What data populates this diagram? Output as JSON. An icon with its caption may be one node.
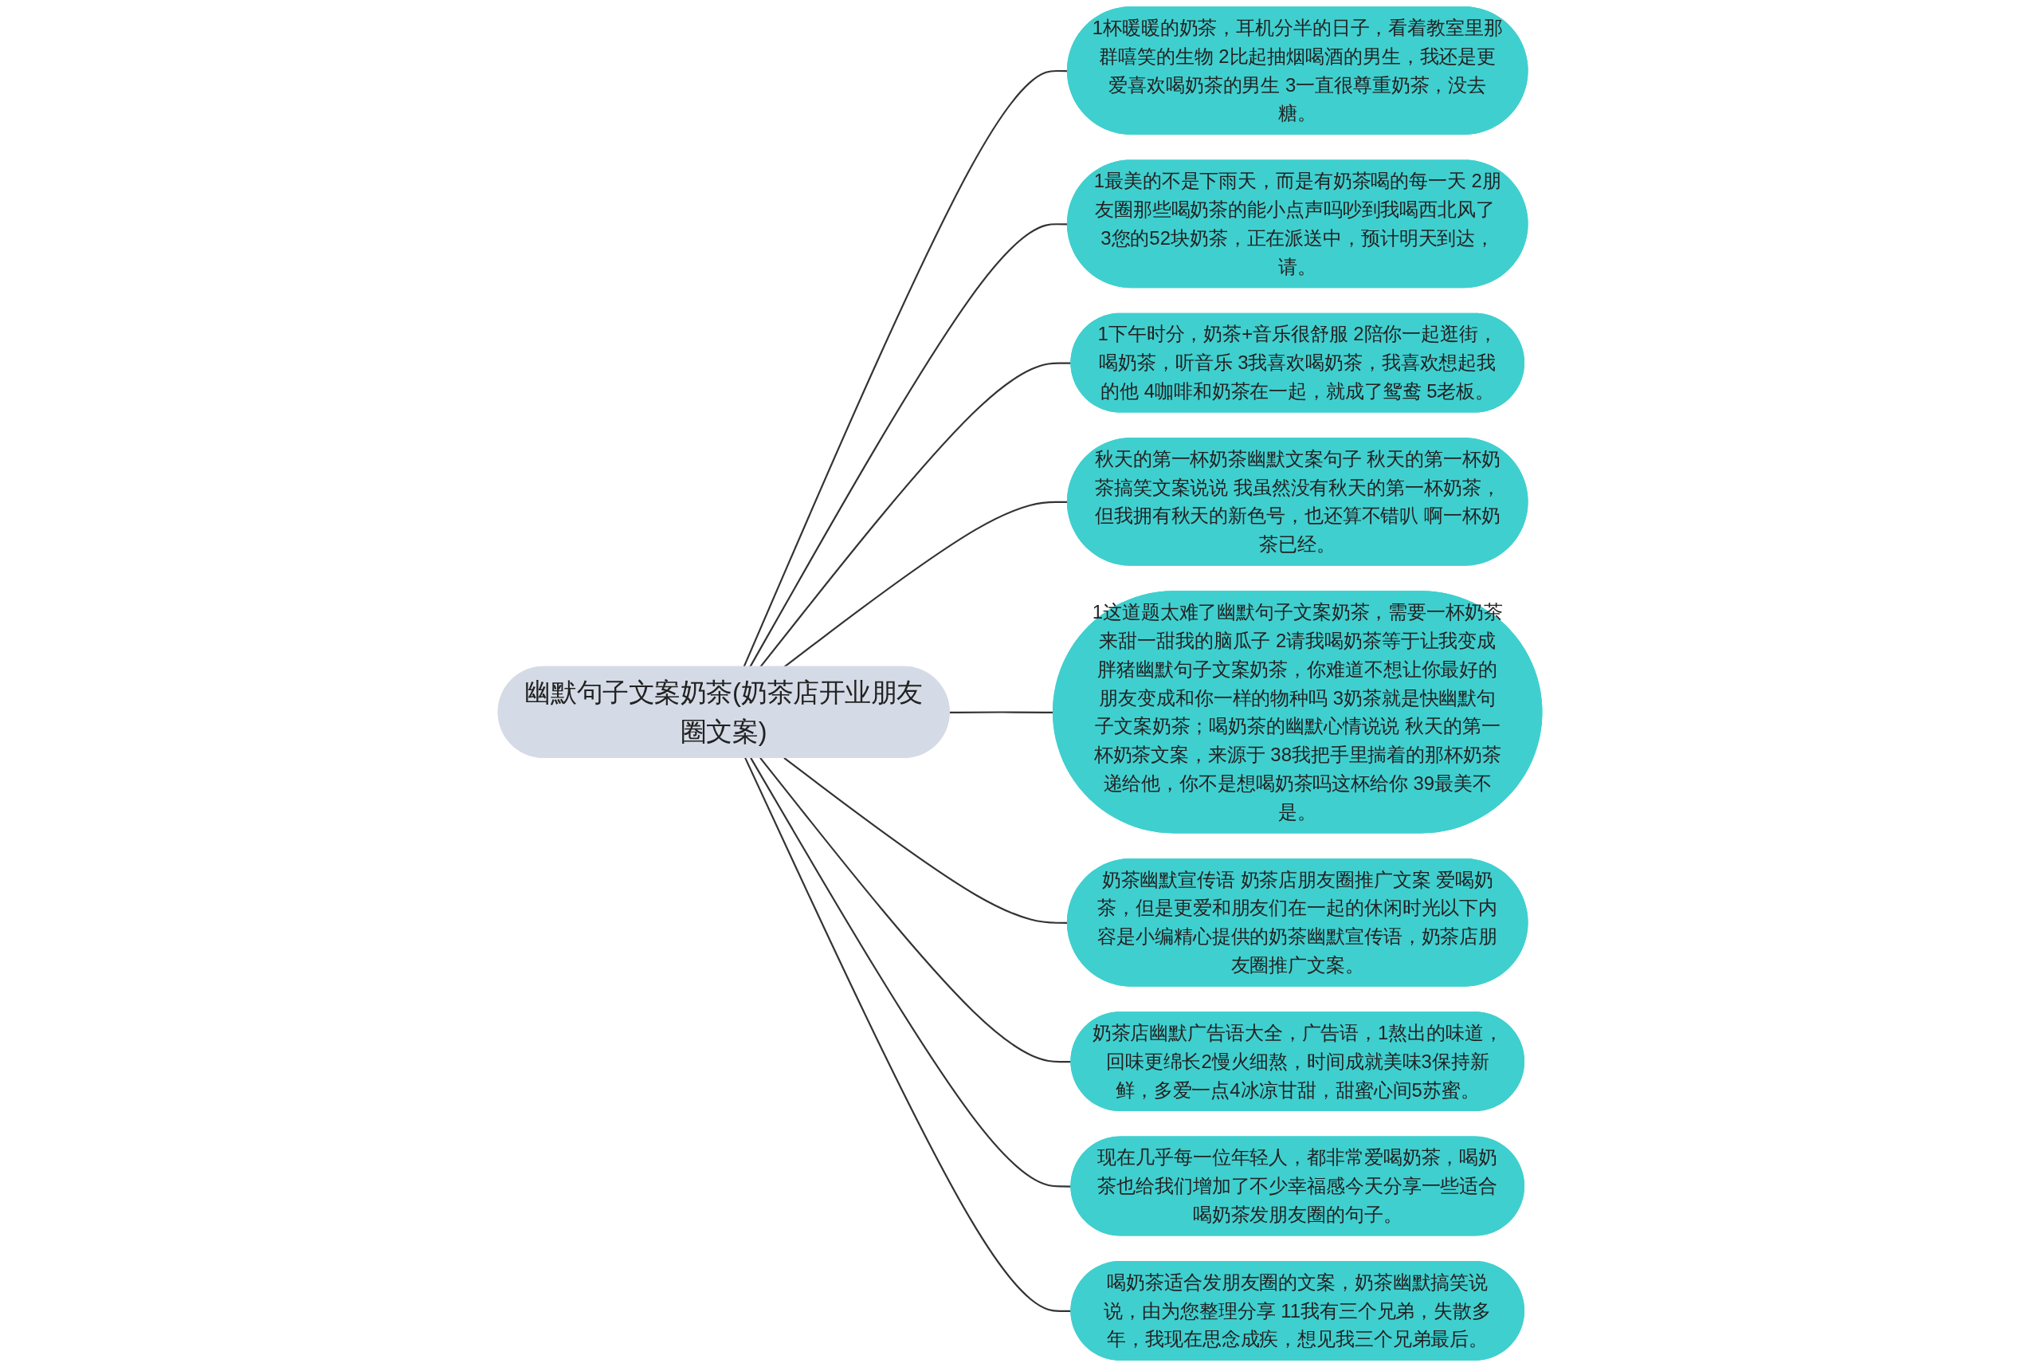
{
  "diagram": {
    "nodes": [
      {
        "text": [
          "幽默句子文案奶茶(奶茶店开业朋友圈文案)"
        ]
      },
      {
        "text": [
          "1杯暖暖的奶茶，耳机分半的日子，看着教室里那群嘻笑的生物 2比起抽烟喝酒的男生，我还是更爱喜欢喝奶茶的男生 3一直很尊重奶茶，没去糖。"
        ]
      },
      {
        "text": [
          "1最美的不是下雨天，而是有奶茶喝的每一天 2朋友圈那些喝奶茶的能小点声吗吵到我喝西北风了 3您的52块奶茶，正在派送中，预计明天到达，请。"
        ]
      },
      {
        "text": [
          "1下午时分，奶茶+音乐很舒服 2陪你一起逛街，喝奶茶，听音乐 3我喜欢喝奶茶，我喜欢想起我的他 4咖啡和奶茶在一起，就成了鸳鸯 5老板。"
        ]
      },
      {
        "text": [
          "秋天的第一杯奶茶幽默文案句子 秋天的第一杯奶茶搞笑文案说说 我虽然没有秋天的第一杯奶茶，但我拥有秋天的新色号，也还算不错叭 啊一杯奶茶已经。"
        ]
      },
      {
        "text": [
          "1这道题太难了幽默句子文案奶茶，需要一杯奶茶来甜一甜我的脑瓜子 2请我喝奶茶等于让我变成胖猪幽默句子文案奶茶，你难道不想让你最好的朋友变成和你一样的物种吗 3奶茶就是快幽默句子文案奶茶；喝奶茶的幽默心情说说 秋天的第一杯奶茶文案，来源于 38我把手里揣着的那杯奶茶递给他，你不是想喝奶茶吗这杯给你 39最美不是。"
        ]
      },
      {
        "text": [
          "奶茶幽默宣传语 奶茶店朋友圈推广文案 爱喝奶茶，但是更爱和朋友们在一起的休闲时光以下内容是小编精心提供的奶茶幽默宣传语，奶茶店朋友圈推广文案。"
        ]
      },
      {
        "text": [
          "奶茶店幽默广告语大全，广告语，1熬出的味道，回味更绵长2慢火细熬，时间成就美味3保持新鲜，多爱一点4冰凉甘甜，甜蜜心间5苏蜜。"
        ]
      },
      {
        "text": [
          "现在几乎每一位年轻人，都非常爱喝奶茶，喝奶茶也给我们增加了不少幸福感今天分享一些适合喝奶茶发朋友圈的句子。"
        ]
      },
      {
        "text": [
          "喝奶茶适合发朋友圈的文案，奶茶幽默搞笑说说，由为您整理分享 11我有三个兄弟，失散多年，我现在思念成疾，想见我三个兄弟最后。"
        ]
      }
    ],
    "edges": [
      {
        "from": 0,
        "to": 1,
        "arrow": "none"
      },
      {
        "from": 0,
        "to": 2,
        "arrow": "none"
      },
      {
        "from": 0,
        "to": 3,
        "arrow": "none"
      },
      {
        "from": 0,
        "to": 4,
        "arrow": "none"
      },
      {
        "from": 0,
        "to": 5,
        "arrow": "none"
      },
      {
        "from": 0,
        "to": 6,
        "arrow": "none"
      },
      {
        "from": 0,
        "to": 7,
        "arrow": "none"
      },
      {
        "from": 0,
        "to": 8,
        "arrow": "none"
      },
      {
        "from": 0,
        "to": 9,
        "arrow": "none"
      }
    ]
  }
}
